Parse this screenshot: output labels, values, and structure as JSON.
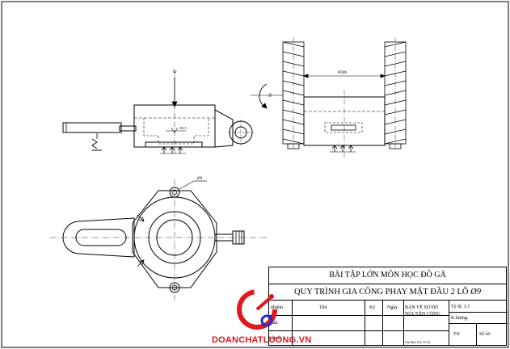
{
  "dimensions": {
    "top_view": "Ø386",
    "angle": "90",
    "hole": "Ø9",
    "small": "R2.5",
    "force": "W"
  },
  "title_block": {
    "title_line1": "BÀI TẬP LỚN MÔN HỌC ĐỒ GÁ",
    "title_line2": "QUY TRÌNH GIA CÔNG PHAY MẶT ĐẦU 2 LỖ",
    "title_line2_symbol": "Ø9",
    "row_labels": [
      "nhiệm",
      "dẫn",
      "duyệt"
    ],
    "col_ten": "Tên",
    "col_ky": "Ký",
    "col_ngay": "Ngày",
    "drawing_type": "BẢN VẼ SƠ ĐỒ",
    "drawing_type2": "NGUYÊN CÔNG",
    "scale": "Tỷ lệ: 1:1",
    "mass": "K.lượng:",
    "sheet": "Tờ:",
    "sheets": "Số tờ:",
    "small_note": "Vật liệu: GX 15-32"
  },
  "watermark": {
    "text": "DOANCHATLUONG.VN",
    "color": "#e0161b"
  }
}
